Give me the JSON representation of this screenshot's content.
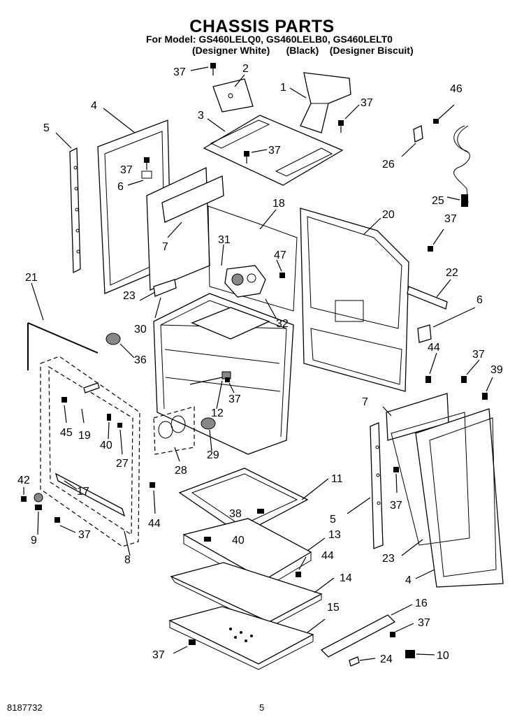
{
  "header": {
    "title": "CHASSIS PARTS",
    "model_line": "For Model: GS460LELQ0, GS460LELB0, GS460LELT0",
    "variant_line": "(Designer White)      (Black)    (Designer Biscuit)"
  },
  "callouts": {
    "c1": "1",
    "c2": "2",
    "c3": "3",
    "c4a": "4",
    "c4b": "4",
    "c5a": "5",
    "c5b": "5",
    "c6a": "6",
    "c6b": "6",
    "c7a": "7",
    "c7b": "7",
    "c8": "8",
    "c9": "9",
    "c10": "10",
    "c11": "11",
    "c12": "12",
    "c13": "13",
    "c14": "14",
    "c15": "15",
    "c16": "16",
    "c17": "17",
    "c18": "18",
    "c19": "19",
    "c20": "20",
    "c21": "21",
    "c22": "22",
    "c23a": "23",
    "c23b": "23",
    "c24": "24",
    "c25": "25",
    "c26": "26",
    "c27": "27",
    "c28": "28",
    "c29": "29",
    "c30": "30",
    "c31": "31",
    "c32": "32",
    "c36": "36",
    "c37a": "37",
    "c37b": "37",
    "c37c": "37",
    "c37d": "37",
    "c37e": "37",
    "c37f": "37",
    "c37g": "37",
    "c37h": "37",
    "c37i": "37",
    "c37j": "37",
    "c37k": "37",
    "c38": "38",
    "c39": "39",
    "c40a": "40",
    "c40b": "40",
    "c42": "42",
    "c44a": "44",
    "c44b": "44",
    "c44c": "44",
    "c45": "45",
    "c46": "46",
    "c47": "47"
  },
  "footer": {
    "doc_number": "8187732",
    "page_number": "5"
  }
}
